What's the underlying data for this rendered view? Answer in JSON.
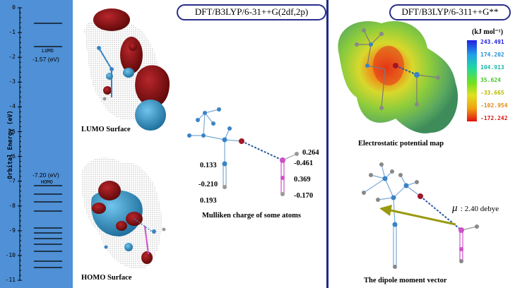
{
  "energy_axis": {
    "title": "Orbital Energy (eV)",
    "ticks": [
      "0",
      "-1",
      "-2",
      "-3",
      "-4",
      "-5",
      "-6",
      "-7",
      "-8",
      "-9",
      "-10",
      "-11"
    ],
    "lumo": {
      "label": "LUMO",
      "value": "-1.57 (eV)"
    },
    "homo": {
      "label": "HOMO",
      "value": "-7.20 (eV)"
    }
  },
  "left_section": {
    "method": "DFT/B3LYP/6-31++G(2df,2p)",
    "lumo_caption": "LUMO Surface",
    "homo_caption": "HOMO Surface",
    "mulliken_caption": "Mulliken charge of some atoms",
    "charges": {
      "c1": "0.133",
      "c2": "-0.210",
      "c3": "0.193",
      "c4": "0.264",
      "c5": "-0.461",
      "c6": "0.369",
      "c7": "-0.170"
    }
  },
  "right_section": {
    "method": "DFT/B3LYP/6-311++G**",
    "esp_caption": "Electrostatic potential map",
    "scale_unit": "(kJ mol⁻¹)",
    "scale_values": [
      "243.491",
      "174.202",
      "104.913",
      "35.624",
      "-33.665",
      "-102.954",
      "-172.242"
    ],
    "dipole_symbol": "μ",
    "dipole_value": ": 2.40 debye",
    "dipole_caption": "The dipole moment vector"
  },
  "colors": {
    "axis_panel": "#4f90d6",
    "frame": "#2a2e8c",
    "lumo_lobe": "#7a0f12",
    "homo_lobe": "#2a8fc2",
    "molecule_blue": "#3a83c6",
    "molecule_pink": "#d050c8",
    "dipole_arrow": "#9a9a12"
  }
}
